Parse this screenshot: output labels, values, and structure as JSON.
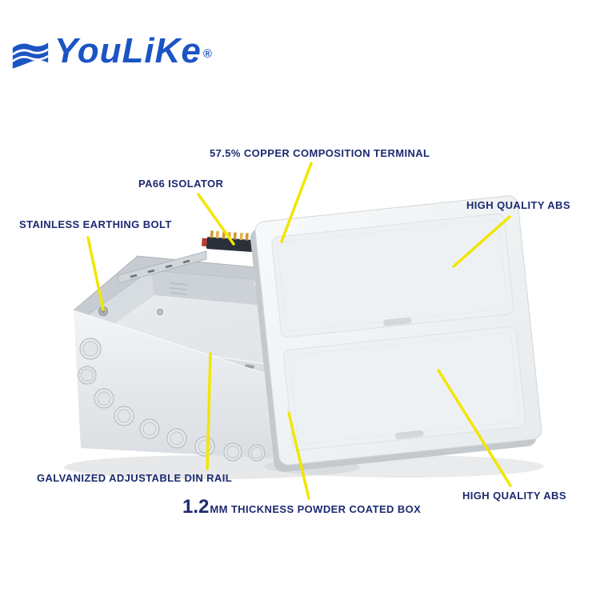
{
  "brand": {
    "name": "YouLiKe",
    "registered_mark": "®"
  },
  "colors": {
    "brand_blue": "#1b55c4",
    "label_navy": "#1c2a70",
    "callout_yellow": "#f2e600",
    "box_gray": "#dde1e5",
    "lid_white": "#f4f6f7",
    "terminal_dark": "#2b303a",
    "terminal_copper": "#cf9630"
  },
  "callouts": {
    "copper_terminal": "57.5% COPPER COMPOSITION TERMINAL",
    "pa66_isolator": "PA66 ISOLATOR",
    "earthing_bolt": "STAINLESS EARTHING BOLT",
    "abs_top": "HIGH QUALITY ABS",
    "din_rail": "GALVANIZED ADJUSTABLE DIN RAIL",
    "thickness_value": "1.2",
    "thickness_rest": "MM THICKNESS POWDER COATED BOX",
    "abs_bottom": "HIGH QUALITY ABS"
  }
}
